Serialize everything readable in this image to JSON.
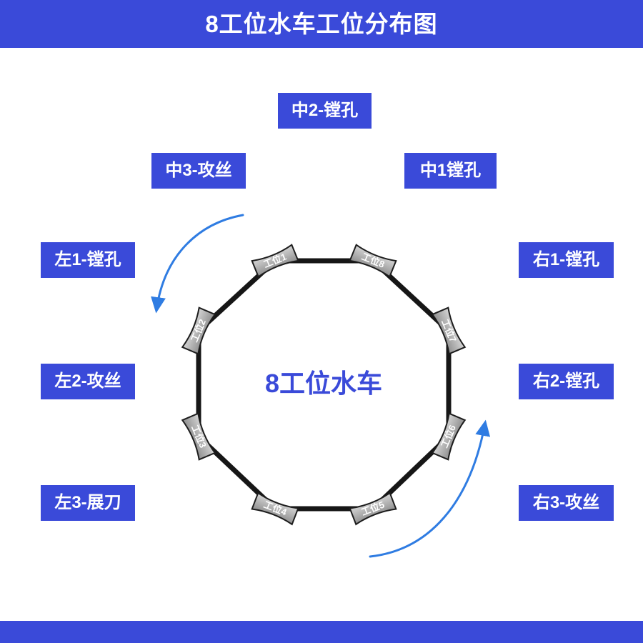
{
  "header": {
    "title": "8工位水车工位分布图"
  },
  "diagram": {
    "center_label": "8工位水车",
    "stations": [
      "工位1",
      "工位2",
      "工位3",
      "工位4",
      "工位5",
      "工位6",
      "工位7",
      "工位8"
    ],
    "process_labels": {
      "top_center": "中2-镗孔",
      "upper_left": "中3-攻丝",
      "upper_right": "中1镗孔",
      "left_1": "左1-镗孔",
      "right_1": "右1-镗孔",
      "left_2": "左2-攻丝",
      "right_2": "右2-镗孔",
      "left_3": "左3-展刀",
      "right_3": "右3-攻丝"
    }
  },
  "colors": {
    "primary_blue": "#3a4ad9",
    "arrow_blue": "#2f7ce2",
    "octagon_stroke": "#161616",
    "tag_fill_light": "#d6d6d6",
    "tag_fill_dark": "#8e8e8e",
    "label_text": "#ffffff"
  }
}
